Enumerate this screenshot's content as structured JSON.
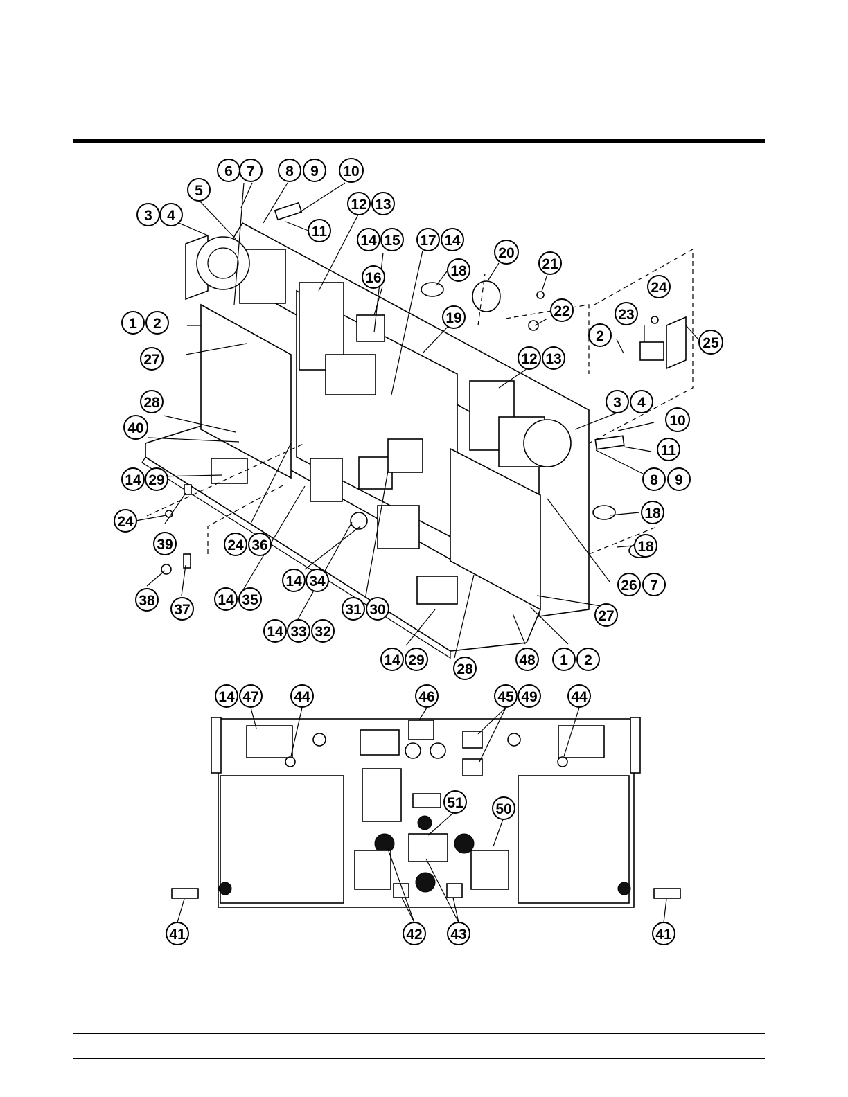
{
  "upper_view": {
    "callouts": [
      {
        "labels": [
          "6",
          "7"
        ]
      },
      {
        "labels": [
          "8",
          "9"
        ]
      },
      {
        "labels": [
          "10"
        ]
      },
      {
        "labels": [
          "5"
        ]
      },
      {
        "labels": [
          "3",
          "4"
        ]
      },
      {
        "labels": [
          "11"
        ]
      },
      {
        "labels": [
          "12",
          "13"
        ]
      },
      {
        "labels": [
          "14",
          "15"
        ]
      },
      {
        "labels": [
          "17",
          "14"
        ]
      },
      {
        "labels": [
          "20"
        ]
      },
      {
        "labels": [
          "21"
        ]
      },
      {
        "labels": [
          "18"
        ]
      },
      {
        "labels": [
          "16"
        ]
      },
      {
        "labels": [
          "24"
        ]
      },
      {
        "labels": [
          "19"
        ]
      },
      {
        "labels": [
          "22"
        ]
      },
      {
        "labels": [
          "23"
        ]
      },
      {
        "labels": [
          "1",
          "2"
        ]
      },
      {
        "labels": [
          "2"
        ]
      },
      {
        "labels": [
          "25"
        ]
      },
      {
        "labels": [
          "27"
        ]
      },
      {
        "labels": [
          "12",
          "13"
        ]
      },
      {
        "labels": [
          "3",
          "4"
        ]
      },
      {
        "labels": [
          "28"
        ]
      },
      {
        "labels": [
          "10"
        ]
      },
      {
        "labels": [
          "40"
        ]
      },
      {
        "labels": [
          "11"
        ]
      },
      {
        "labels": [
          "14",
          "29"
        ]
      },
      {
        "labels": [
          "8",
          "9"
        ]
      },
      {
        "labels": [
          "24"
        ]
      },
      {
        "labels": [
          "18"
        ]
      },
      {
        "labels": [
          "39"
        ]
      },
      {
        "labels": [
          "24",
          "36"
        ]
      },
      {
        "labels": [
          "18"
        ]
      },
      {
        "labels": [
          "14",
          "34"
        ]
      },
      {
        "labels": [
          "26",
          "7"
        ]
      },
      {
        "labels": [
          "38"
        ]
      },
      {
        "labels": [
          "14",
          "35"
        ]
      },
      {
        "labels": [
          "37"
        ]
      },
      {
        "labels": [
          "31",
          "30"
        ]
      },
      {
        "labels": [
          "27"
        ]
      },
      {
        "labels": [
          "14",
          "33",
          "32"
        ]
      },
      {
        "labels": [
          "14",
          "29"
        ]
      },
      {
        "labels": [
          "28"
        ]
      },
      {
        "labels": [
          "48"
        ]
      },
      {
        "labels": [
          "1",
          "2"
        ]
      }
    ]
  },
  "lower_view": {
    "callouts": [
      {
        "labels": [
          "14",
          "47"
        ]
      },
      {
        "labels": [
          "44"
        ]
      },
      {
        "labels": [
          "46"
        ]
      },
      {
        "labels": [
          "45",
          "49"
        ]
      },
      {
        "labels": [
          "44"
        ]
      },
      {
        "labels": [
          "51"
        ]
      },
      {
        "labels": [
          "50"
        ]
      },
      {
        "labels": [
          "41"
        ]
      },
      {
        "labels": [
          "42"
        ]
      },
      {
        "labels": [
          "43"
        ]
      },
      {
        "labels": [
          "41"
        ]
      }
    ]
  }
}
